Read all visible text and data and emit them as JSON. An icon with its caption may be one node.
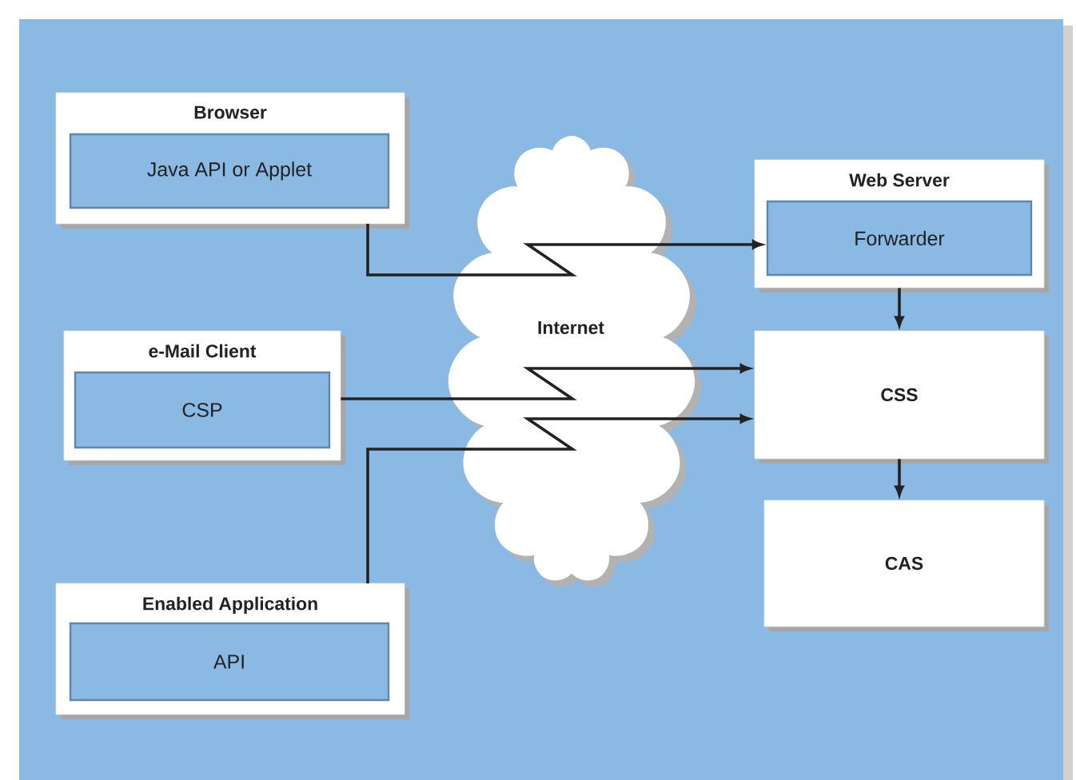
{
  "diagram": {
    "nodes": [
      {
        "text": [
          "Browser"
        ]
      },
      {
        "text": [
          "Java API or Applet"
        ],
        "in": 0
      },
      {
        "text": [
          "Web Server"
        ]
      },
      {
        "text": [
          "Forwarder"
        ],
        "in": 2
      },
      {
        "text": [
          "e-Mail Client"
        ]
      },
      {
        "text": [
          "CSP"
        ],
        "in": 4
      },
      {
        "text": [
          "CSS"
        ]
      },
      {
        "text": [
          "CAS"
        ]
      },
      {
        "text": [
          "Enabled Application"
        ]
      },
      {
        "text": [
          "API"
        ],
        "in": 8
      }
    ],
    "edges": [
      {
        "from": 0,
        "to": 3,
        "arrow": "to"
      },
      {
        "from": 4,
        "to": 6,
        "arrow": "to"
      },
      {
        "from": 8,
        "to": 6,
        "arrow": "to"
      },
      {
        "from": 2,
        "to": 6,
        "arrow": "to"
      },
      {
        "from": 6,
        "to": 7,
        "arrow": "to"
      }
    ],
    "labels": [
      "Internet"
    ]
  }
}
